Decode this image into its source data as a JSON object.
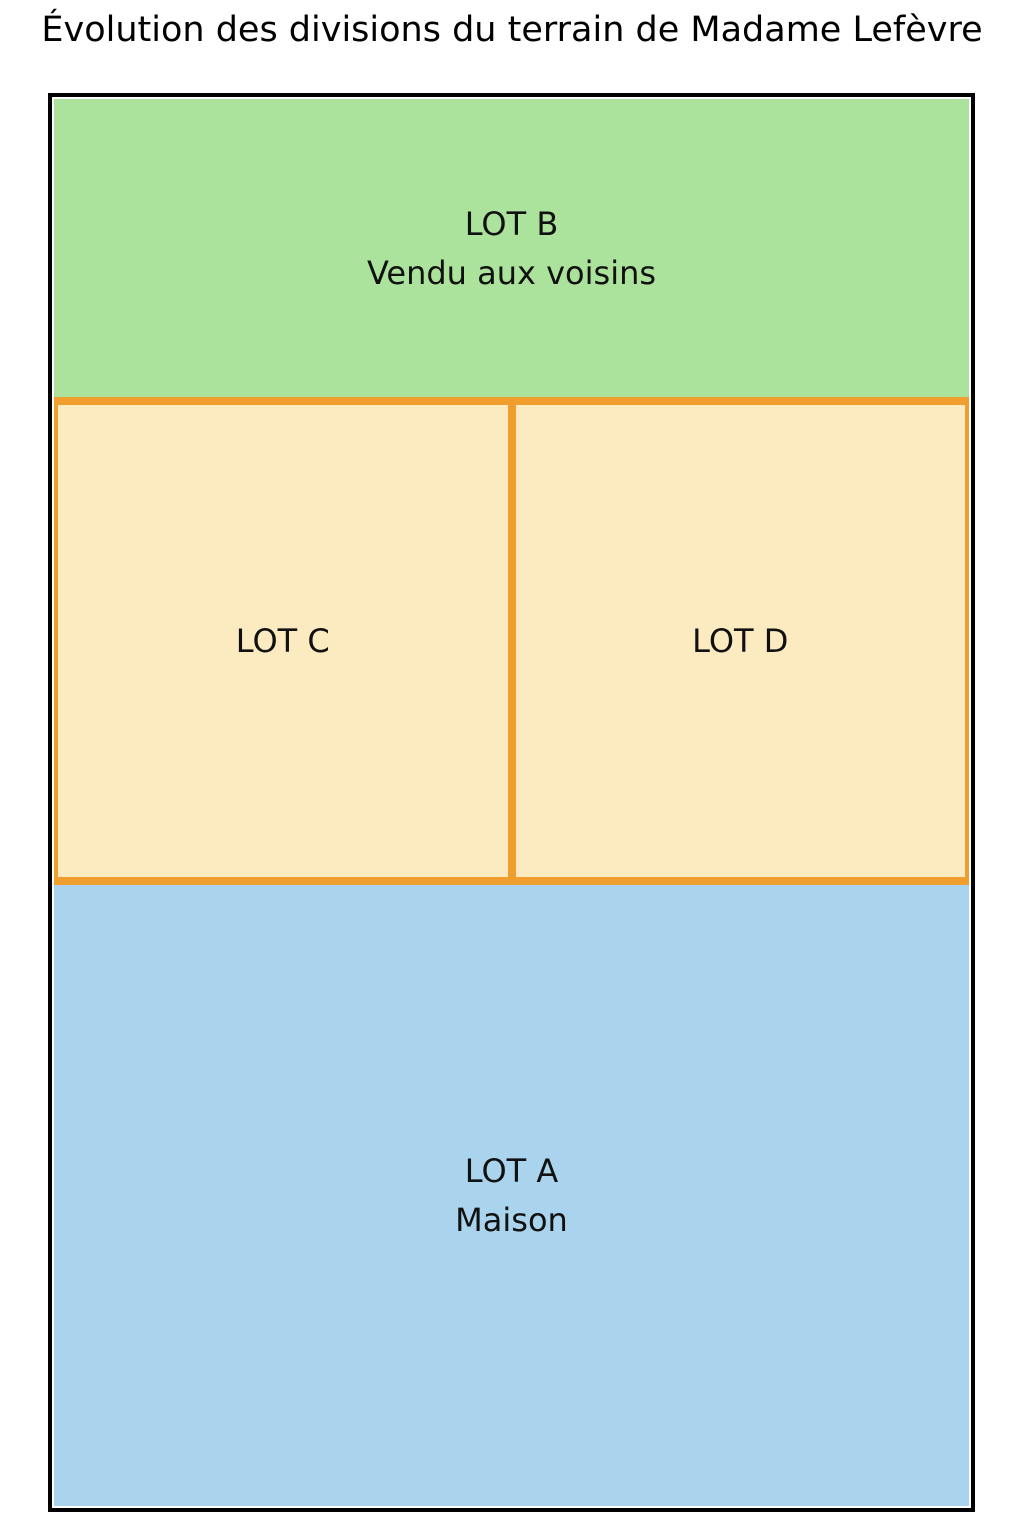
{
  "title": "Évolution des divisions du terrain de Madame Lefèvre",
  "diagram": {
    "lot_b": {
      "label": "LOT B",
      "sublabel": "Vendu aux voisins",
      "fill": "#ace39c"
    },
    "lot_c": {
      "label": "LOT C",
      "fill": "#fcebc0"
    },
    "lot_d": {
      "label": "LOT D",
      "fill": "#fcebc0"
    },
    "lot_a": {
      "label": "LOT A",
      "sublabel": "Maison",
      "fill": "#aad4ed"
    },
    "colors": {
      "outline": "#000000",
      "lot_border": "#f09e2e",
      "text": "#111111",
      "background": "#ffffff"
    }
  }
}
